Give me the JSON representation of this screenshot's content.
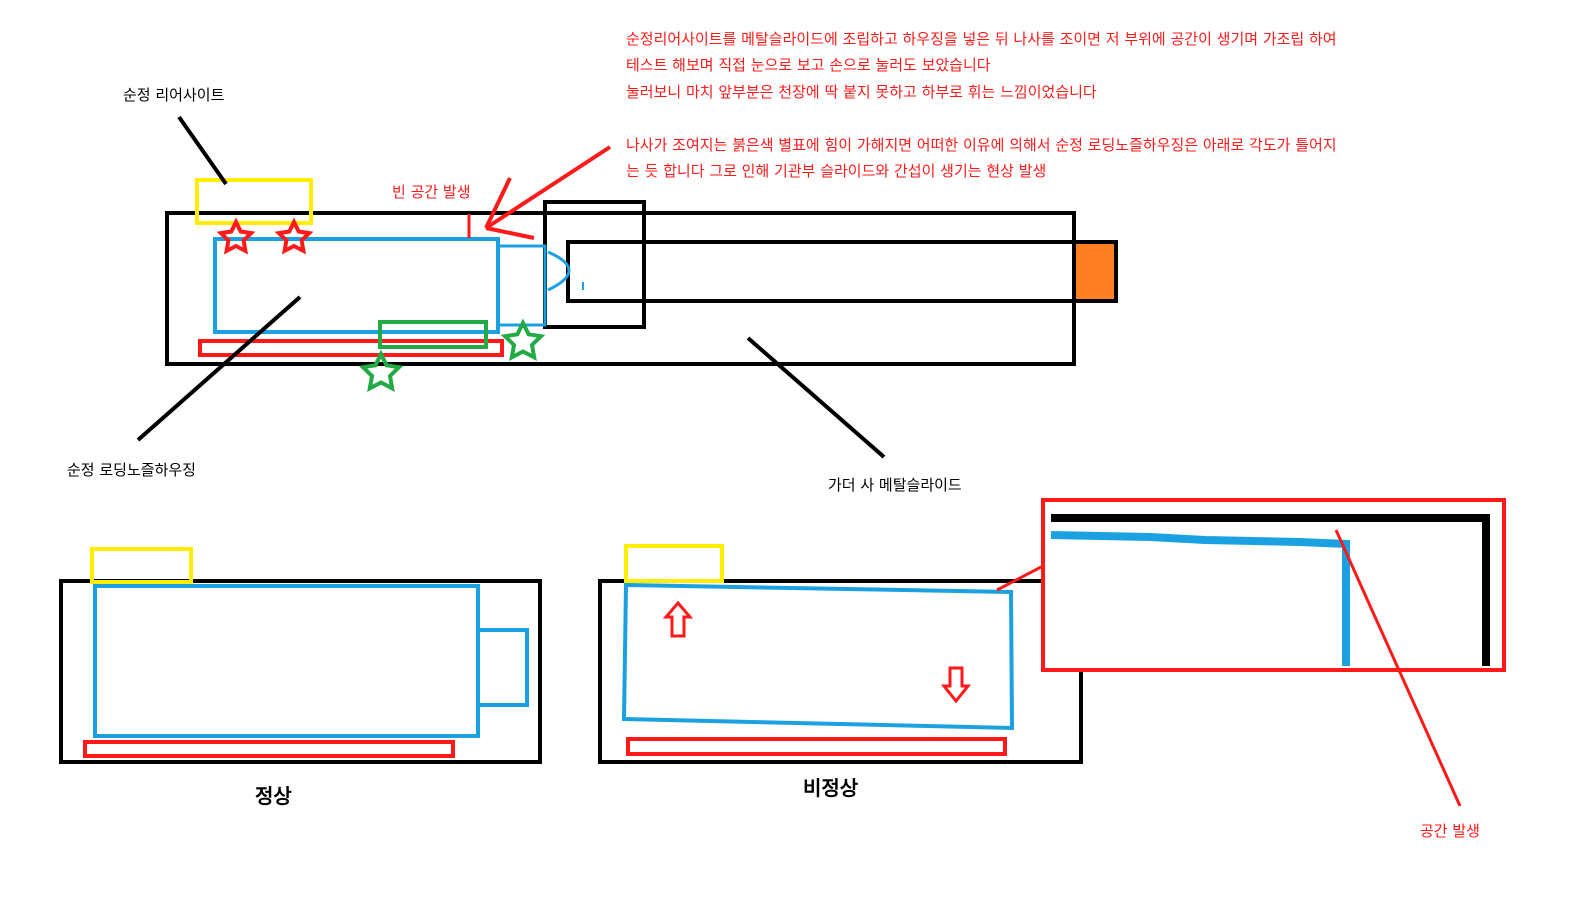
{
  "labels": {
    "rear_sight": "순정 리어사이트",
    "loading_housing": "순정 로딩노즐하우징",
    "metal_slide": "가더 사 메탈슬라이드",
    "empty_space": "빈 공간 발생",
    "normal": "정상",
    "abnormal": "비정상",
    "space_occurs": "공간 발생"
  },
  "notes": {
    "assembly_lines": [
      "순정리어사이트를 메탈슬라이드에 조립하고 하우징을 넣은 뒤 나사를 조이면 저 부위에 공간이 생기며 가조립 하여",
      "테스트 해보며 직접 눈으로 보고 손으로 눌러도 보았습니다",
      "눌러보니 마치 앞부분은 천장에 딱 붙지 못하고 하부로 휘는 느낌이었습니다"
    ],
    "screw_lines": [
      "나사가 조여지는 붉은색 별표에 힘이 가해지면 어떠한 이유에 의해서 순정 로딩노즐하우징은 아래로 각도가 틀어지",
      "는 듯 합니다  그로 인해 기관부 슬라이드와 간섭이 생기는 현상 발생"
    ]
  },
  "colors": {
    "outline": "#000000",
    "housing": "#1ba1e2",
    "rear_sight": "#ffee00",
    "rail": "#ff1a1a",
    "screw_star": "#ff1a1a",
    "green_part": "#22aa44",
    "orange_tip": "#ff8022",
    "note_text": "#ff1a1a"
  },
  "icons": {
    "screw_star": "star-icon",
    "up_arrow": "arrow-up-icon",
    "down_arrow": "arrow-down-icon"
  }
}
